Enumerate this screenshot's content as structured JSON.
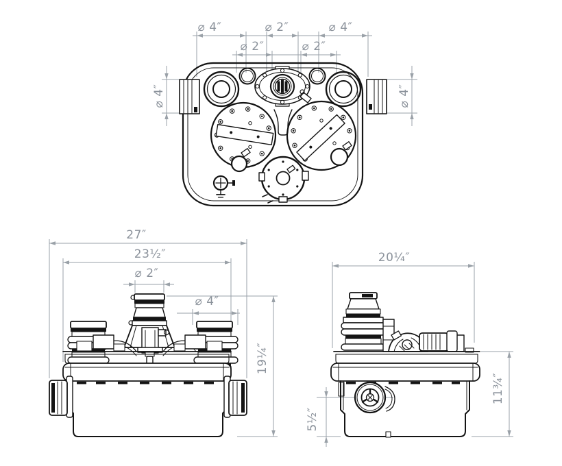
{
  "drawing_type": "dimensional-orthographic-views",
  "colors": {
    "line": "#141414",
    "dim_line": "#9aa1a8",
    "dim_text": "#8b929b",
    "background": "#ffffff"
  },
  "dims": {
    "top": {
      "left_inlet": "⌀ 4″",
      "discharge": "⌀ 2″",
      "right_inlet": "⌀ 4″",
      "vent_left": "⌀ 2″",
      "vent_right": "⌀ 2″",
      "side_left": "⌀ 4″",
      "side_right": "⌀ 4″"
    },
    "front": {
      "overall_width": "27″",
      "lid_width": "23½″",
      "discharge": "⌀ 2″",
      "inlet": "⌀ 4″",
      "overall_height": "19¼″"
    },
    "side": {
      "overall_depth": "20¼″",
      "rear_height": "11¾″",
      "inlet_height": "5½″"
    }
  }
}
